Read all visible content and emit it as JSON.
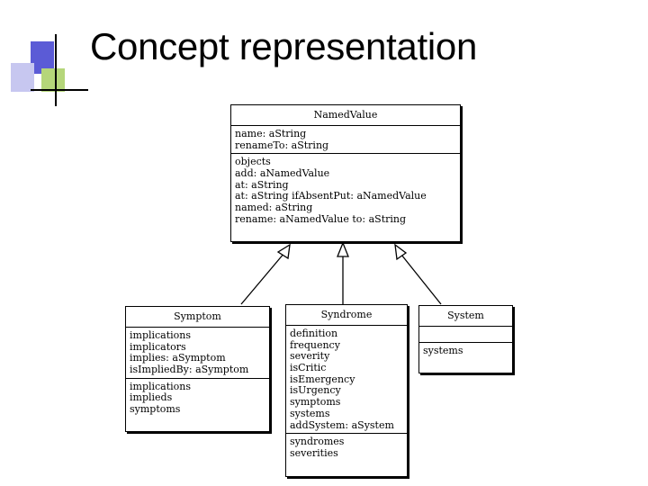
{
  "slide": {
    "title": "Concept representation"
  },
  "diagram": {
    "classes": [
      {
        "id": "namedvalue",
        "name": "NamedValue",
        "attributes": [
          "name: aString",
          "renameTo: aString"
        ],
        "methods": [
          "objects",
          "add: aNamedValue",
          "at: aString",
          "at: aString ifAbsentPut: aNamedValue",
          "named: aString",
          "rename: aNamedValue to: aString"
        ]
      },
      {
        "id": "symptom",
        "name": "Symptom",
        "attributes": [
          "implications",
          "implicators",
          "implies: aSymptom",
          "isImpliedBy: aSymptom"
        ],
        "methods": [
          "implications",
          "implieds",
          "symptoms"
        ]
      },
      {
        "id": "syndrome",
        "name": "Syndrome",
        "attributes": [
          "definition",
          "frequency",
          "severity",
          "isCritic",
          "isEmergency",
          "isUrgency",
          "symptoms",
          "systems",
          "addSystem: aSystem"
        ],
        "methods": [
          "syndromes",
          "severities"
        ]
      },
      {
        "id": "system",
        "name": "System",
        "attributes": [],
        "methods": [
          "systems"
        ]
      }
    ]
  },
  "colors": {
    "deco_blue": "#5b5bd6",
    "deco_lavender": "#c7c7f0",
    "deco_green": "#b5d67a",
    "line": "#000000"
  }
}
